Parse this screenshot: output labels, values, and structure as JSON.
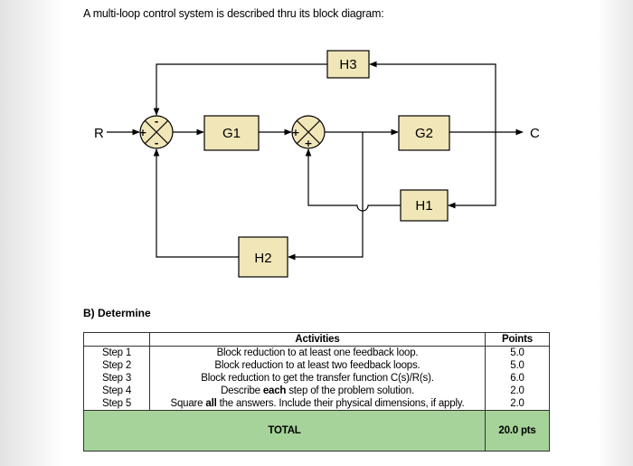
{
  "intro_text": "A multi-loop control system is described thru its block diagram:",
  "diagram": {
    "blocks": {
      "h3": "H3",
      "g1": "G1",
      "g2": "G2",
      "h1": "H1",
      "h2": "H2"
    },
    "input_label": "R",
    "output_label": "C",
    "summer1_signs": {
      "left": "+",
      "top": "-",
      "bottom": "-"
    },
    "summer2_signs": {
      "left": "+",
      "bottom": "+"
    },
    "colors": {
      "block_fill": "#f1e6b8",
      "line": "#000000"
    }
  },
  "section_title": "B) Determine",
  "table": {
    "header_activities": "Activities",
    "header_points": "Points",
    "rows": [
      {
        "step": "Step 1",
        "desc_a": "Block reduction to at least one feedback loop.",
        "desc_bold": "",
        "desc_b": "",
        "points": "5.0"
      },
      {
        "step": "Step 2",
        "desc_a": "Block reduction to at least two feedback loops.",
        "desc_bold": "",
        "desc_b": "",
        "points": "5.0"
      },
      {
        "step": "Step 3",
        "desc_a": "Block reduction to get the transfer function C(s)/R(s).",
        "desc_bold": "",
        "desc_b": "",
        "points": "6.0"
      },
      {
        "step": "Step 4",
        "desc_a": "Describe ",
        "desc_bold": "each",
        "desc_b": " step of the problem solution.",
        "points": "2.0"
      },
      {
        "step": "Step 5",
        "desc_a": "Square ",
        "desc_bold": "all",
        "desc_b": " the answers. Include their physical dimensions, if apply.",
        "points": "2.0"
      }
    ],
    "total_label": "TOTAL",
    "total_points": "20.0 pts",
    "total_color": "#a6d39a"
  }
}
